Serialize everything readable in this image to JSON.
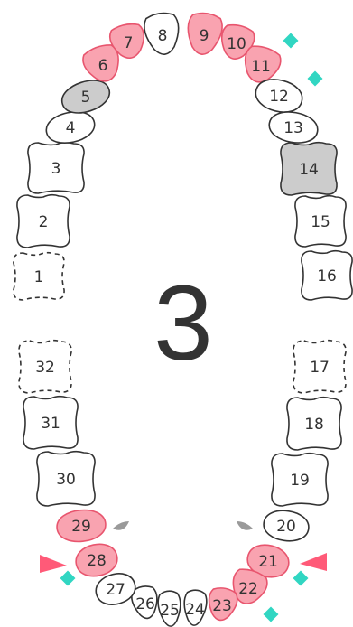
{
  "center_number": "3",
  "colors": {
    "default_fill": "#ffffff",
    "default_stroke": "#333333",
    "selected_fill": "#f9a3b0",
    "selected_stroke": "#e8556e",
    "gray_fill": "#cccccc",
    "marker_cyan": "#31d6c2",
    "marker_pink": "#ff5a78",
    "marker_gray": "#9a9a9a",
    "text": "#333333"
  },
  "teeth": [
    {
      "num": "1",
      "state": "missing"
    },
    {
      "num": "2",
      "state": "normal"
    },
    {
      "num": "3",
      "state": "normal"
    },
    {
      "num": "4",
      "state": "normal"
    },
    {
      "num": "5",
      "state": "gray"
    },
    {
      "num": "6",
      "state": "selected"
    },
    {
      "num": "7",
      "state": "selected"
    },
    {
      "num": "8",
      "state": "normal"
    },
    {
      "num": "9",
      "state": "selected"
    },
    {
      "num": "10",
      "state": "selected"
    },
    {
      "num": "11",
      "state": "selected"
    },
    {
      "num": "12",
      "state": "normal"
    },
    {
      "num": "13",
      "state": "normal"
    },
    {
      "num": "14",
      "state": "gray"
    },
    {
      "num": "15",
      "state": "normal"
    },
    {
      "num": "16",
      "state": "normal"
    },
    {
      "num": "17",
      "state": "missing"
    },
    {
      "num": "18",
      "state": "normal"
    },
    {
      "num": "19",
      "state": "normal"
    },
    {
      "num": "20",
      "state": "normal"
    },
    {
      "num": "21",
      "state": "selected"
    },
    {
      "num": "22",
      "state": "selected"
    },
    {
      "num": "23",
      "state": "selected"
    },
    {
      "num": "24",
      "state": "normal"
    },
    {
      "num": "25",
      "state": "normal"
    },
    {
      "num": "26",
      "state": "normal"
    },
    {
      "num": "27",
      "state": "normal"
    },
    {
      "num": "28",
      "state": "selected"
    },
    {
      "num": "29",
      "state": "selected"
    },
    {
      "num": "30",
      "state": "normal"
    },
    {
      "num": "31",
      "state": "normal"
    },
    {
      "num": "32",
      "state": "missing"
    }
  ],
  "markers": [
    {
      "type": "diamond",
      "color": "cyan",
      "near": "10"
    },
    {
      "type": "diamond",
      "color": "cyan",
      "near": "11"
    },
    {
      "type": "diamond",
      "color": "cyan",
      "near": "21"
    },
    {
      "type": "diamond",
      "color": "cyan",
      "near": "22"
    },
    {
      "type": "diamond",
      "color": "cyan",
      "near": "28"
    },
    {
      "type": "triangle",
      "color": "pink",
      "near": "21"
    },
    {
      "type": "triangle",
      "color": "pink",
      "near": "28"
    },
    {
      "type": "drop",
      "color": "gray",
      "near": "20"
    },
    {
      "type": "drop",
      "color": "gray",
      "near": "29"
    }
  ]
}
